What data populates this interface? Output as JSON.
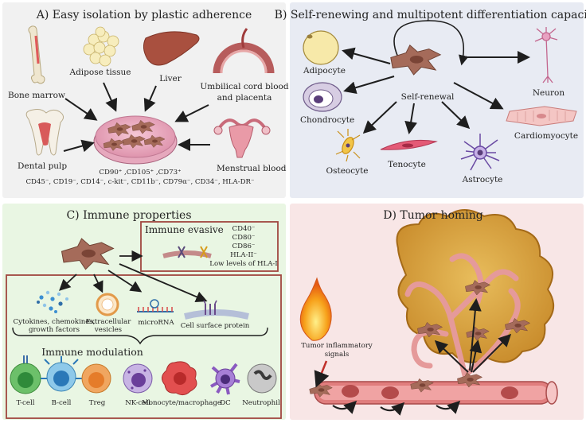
{
  "colors": {
    "panel_a": "#f1f1f1",
    "panel_b": "#e8ebf3",
    "panel_c": "#e9f6e3",
    "panel_d": "#f8e6e6",
    "msc_cell": "#a56b5a",
    "vessel": "#e07d7d",
    "tumor": "#d9a441",
    "frame_red": "#a0463f"
  },
  "panel_a": {
    "title": "A) Easy isolation by plastic adherence",
    "sources": {
      "bone_marrow": "Bone marrow",
      "adipose": "Adipose tissue",
      "liver": "Liver",
      "cord_line1": "Umbilical cord blood",
      "cord_line2": "and placenta",
      "dental": "Dental pulp",
      "menstrual": "Menstrual blood"
    },
    "markers_positive": "CD90⁺ ,CD105⁺ ,CD73⁺",
    "markers_negative": "CD45⁻, CD19⁻, CD14⁻, c-kit⁻, CD11b⁻, CD79α⁻, CD34⁻, HLA-DR⁻"
  },
  "panel_b": {
    "title": "B) Self-renewing and multipotent differentiation capacity",
    "self_renewal": "Self-renewal",
    "cell_types": {
      "adipocyte": "Adipocyte",
      "chondrocyte": "Chondrocyte",
      "osteocyte": "Osteocyte",
      "tenocyte": "Tenocyte",
      "astrocyte": "Astrocyte",
      "neuron": "Neuron",
      "cardiomyocyte": "Cardiomyocyte"
    }
  },
  "panel_c": {
    "title": "C) Immune properties",
    "evasion_title": "Immune evasive",
    "evasion_markers": [
      "CD40⁻",
      "CD80⁻",
      "CD86⁻",
      "HLA-II⁻",
      "Low levels of HLA-I"
    ],
    "secreted": {
      "cytokines_l1": "Cytokines, chemokines,",
      "cytokines_l2": "growth factors",
      "vesicles_l1": "Extracellular",
      "vesicles_l2": "vesicles",
      "microrna": "microRNA",
      "surface": "Cell surface protein"
    },
    "modulation_title": "Immune modulation",
    "immune_cells": [
      "T-cell",
      "B-cell",
      "Treg",
      "NK-cell",
      "Monocyte/macrophage",
      "DC",
      "Neutrophil"
    ]
  },
  "panel_d": {
    "title": "D) Tumor homing",
    "signals_l1": "Tumor inflammatory",
    "signals_l2": "signals"
  }
}
